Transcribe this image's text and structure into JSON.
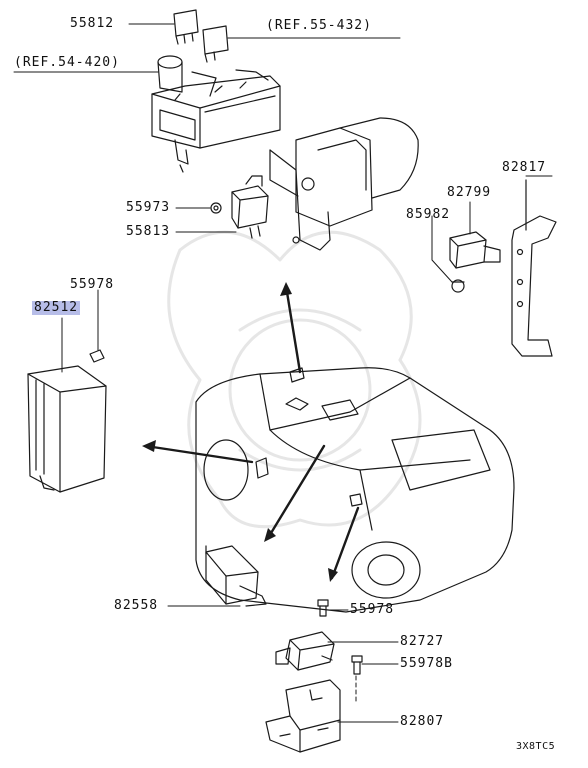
{
  "labels": {
    "p55812": "55812",
    "ref55432": "(REF.55-432)",
    "ref54420": "(REF.54-420)",
    "p55973": "55973",
    "p55813": "55813",
    "p82817": "82817",
    "p82799": "82799",
    "p85982": "85982",
    "p55978a": "55978",
    "p82512": "82512",
    "p82558": "82558",
    "p55978b": "55978",
    "p82727": "82727",
    "p55978B": "55978B",
    "p82807": "82807",
    "code": "3X8TC5"
  },
  "colors": {
    "line": "#1a1a1a",
    "highlight": "#b7bde8",
    "watermark": "#e6e6e6"
  }
}
